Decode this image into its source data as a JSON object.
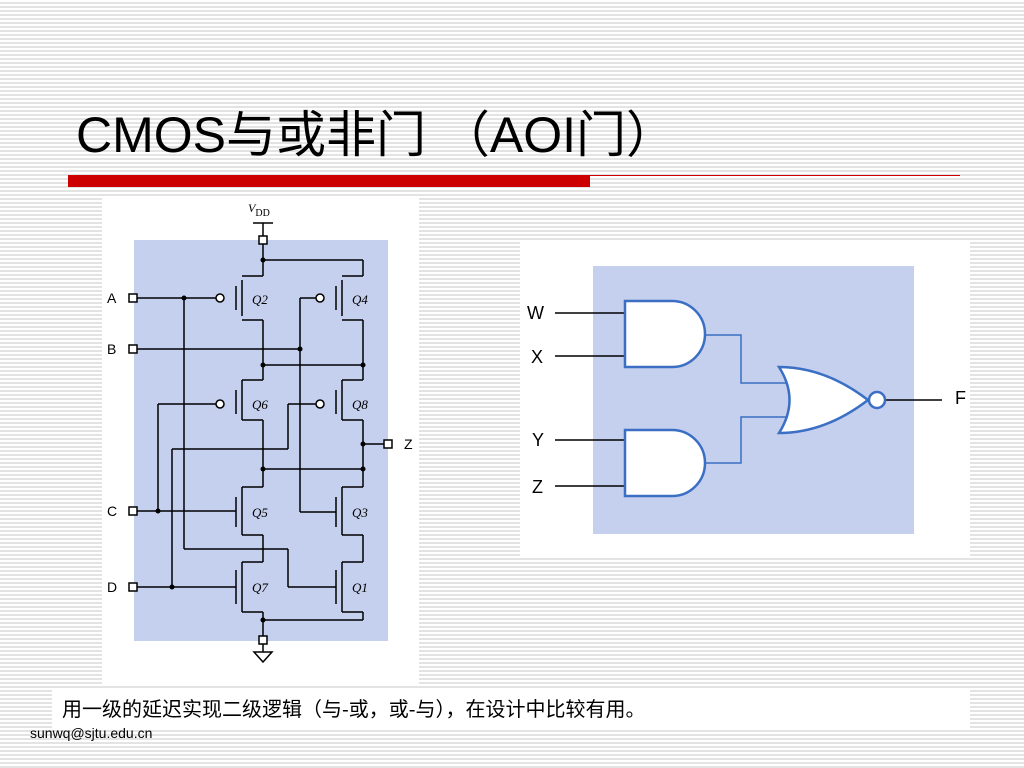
{
  "slide": {
    "title": "CMOS与或非门 （AOI门）",
    "caption": "用一级的延迟实现二级逻辑（与-或，或-与），在设计中比较有用。",
    "footer": "sunwq@sjtu.edu.cn"
  },
  "cmos_circuit": {
    "supply_label": "V",
    "supply_sub": "DD",
    "inputs": [
      "A",
      "B",
      "C",
      "D"
    ],
    "output": "Z",
    "transistors": [
      "Q1",
      "Q2",
      "Q3",
      "Q4",
      "Q5",
      "Q6",
      "Q7",
      "Q8"
    ]
  },
  "gate_diagram": {
    "inputs": [
      "W",
      "X",
      "Y",
      "Z"
    ],
    "output": "F"
  },
  "colors": {
    "accent_red": "#cc0000",
    "diagram_fill": "#c5cfee",
    "wire_blue": "#3a6fc4"
  }
}
